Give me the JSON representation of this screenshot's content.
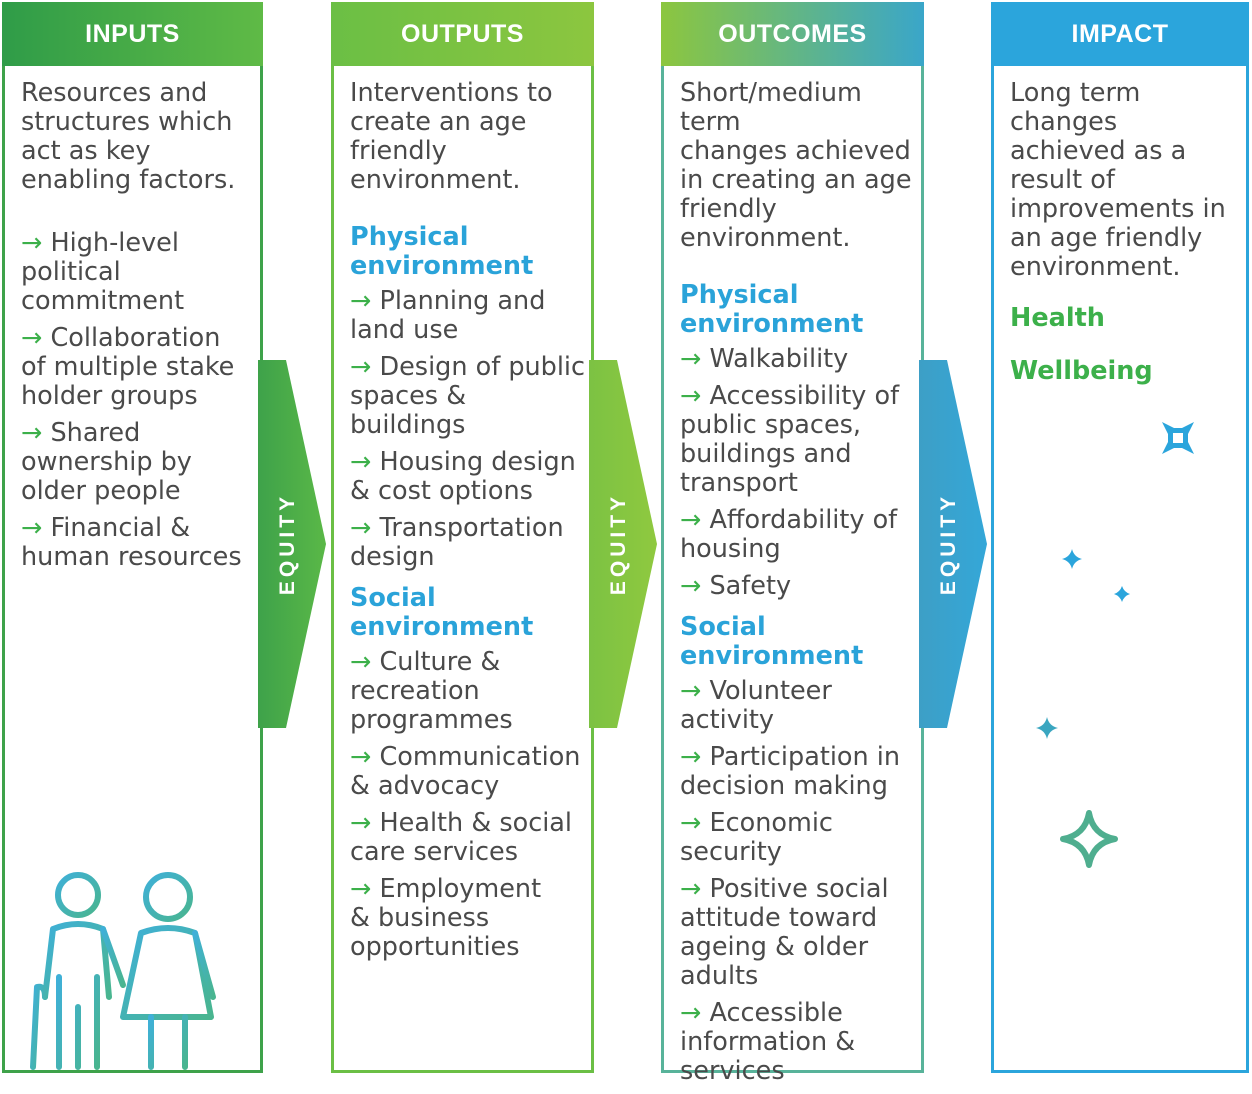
{
  "columns": {
    "inputs": {
      "title": "INPUTS",
      "description": "Resources and\nstructures which\nact as key\nenabling factors.",
      "items": [
        "High-level\npolitical\ncommitment",
        "Collaboration\nof multiple stake\nholder groups",
        "Shared\nownership by\nolder people",
        "Financial &\nhuman resources"
      ]
    },
    "outputs": {
      "title": "OUTPUTS",
      "description": "Interventions to\ncreate an age\nfriendly\nenvironment.",
      "physical_heading": "Physical\nenvironment",
      "physical_items": [
        "Planning and\nland use",
        "Design of public\nspaces & buildings",
        "Housing design\n& cost options",
        "Transportation\ndesign"
      ],
      "social_heading": "Social\nenvironment",
      "social_items": [
        "Culture &\nrecreation\nprogrammes",
        "Communication\n& advocacy",
        "Health & social\ncare services",
        "Employment\n& business\nopportunities"
      ]
    },
    "outcomes": {
      "title": "OUTCOMES",
      "description": "Short/medium term\nchanges achieved\nin creating an age\nfriendly\nenvironment.",
      "physical_heading": "Physical\nenvironment",
      "physical_items": [
        "Walkability",
        "Accessibility of\npublic spaces,\nbuildings and\ntransport",
        "Affordability of\nhousing",
        "Safety"
      ],
      "social_heading": "Social\nenvironment",
      "social_items": [
        "Volunteer\nactivity",
        "Participation in\ndecision making",
        "Economic\nsecurity",
        "Positive social\nattitude toward\nageing & older\nadults",
        "Accessible\ninformation &\nservices"
      ]
    },
    "impact": {
      "title": "IMPACT",
      "description": "Long term\nchanges\nachieved as a\nresult of\nimprovements in\nan age friendly\nenvironment.",
      "items": [
        "Health",
        "Wellbeing"
      ]
    }
  },
  "equity_label": "EQUITY",
  "arrow_glyph": "→",
  "colors": {
    "green_dark": "#2f9c48",
    "green_light": "#8cc63f",
    "blue": "#2ba5dc",
    "teal": "#4fae8f",
    "arrow_green": "#3cb04a",
    "subheading_blue": "#2aa3d9"
  },
  "icons": [
    "older-couple-icon",
    "sparkle-icon"
  ]
}
